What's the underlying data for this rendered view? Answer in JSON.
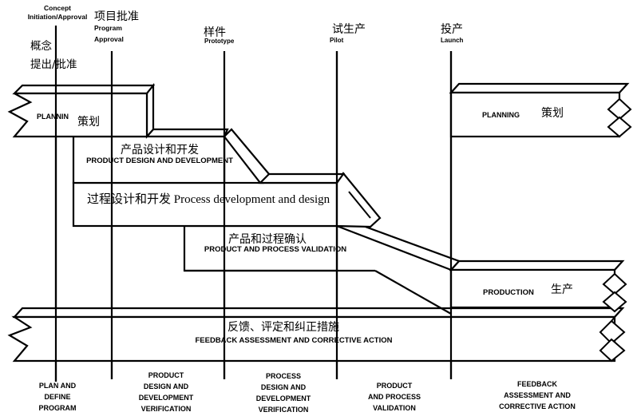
{
  "milestones": [
    {
      "id": "concept",
      "en_line1": "Concept",
      "en_line2": "Initiation/Approval",
      "zh_line1": "概念",
      "zh_line2": "提出/批准"
    },
    {
      "id": "program",
      "en_line1": "Program",
      "en_line2": "Approval",
      "zh": "项目批准"
    },
    {
      "id": "prototype",
      "en": "Prototype",
      "zh": "样件"
    },
    {
      "id": "pilot",
      "en": "Pilot",
      "zh": "试生产"
    },
    {
      "id": "launch",
      "en": "Launch",
      "zh": "投产"
    }
  ],
  "bands": {
    "planning_left": {
      "en": "PLANNIN",
      "zh": "策划"
    },
    "product_design": {
      "zh": "产品设计和开发",
      "en": "PRODUCT DESIGN AND DEVELOPMENT"
    },
    "process_design": {
      "text": "过程设计和开发 Process development and design"
    },
    "validation": {
      "zh": "产品和过程确认",
      "en": "PRODUCT AND PROCESS VALIDATION"
    },
    "planning_right": {
      "en": "PLANNING",
      "zh": "策划"
    },
    "production": {
      "en": "PRODUCTION",
      "zh": "生产"
    },
    "feedback": {
      "zh": "反馈、评定和纠正措施",
      "en": "FEEDBACK ASSESSMENT AND CORRECTIVE ACTION"
    }
  },
  "phases": [
    {
      "lines": [
        "PLAN AND",
        "DEFINE",
        "PROGRAM"
      ]
    },
    {
      "lines": [
        "PRODUCT",
        "DESIGN AND",
        "DEVELOPMENT",
        "VERIFICATION"
      ]
    },
    {
      "lines": [
        "PROCESS",
        "DESIGN AND",
        "DEVELOPMENT",
        "VERIFICATION"
      ]
    },
    {
      "lines": [
        "PRODUCT",
        "AND PROCESS",
        "VALIDATION"
      ]
    },
    {
      "lines": [
        "FEEDBACK",
        "ASSESSMENT AND",
        "CORRECTIVE ACTION"
      ]
    }
  ]
}
